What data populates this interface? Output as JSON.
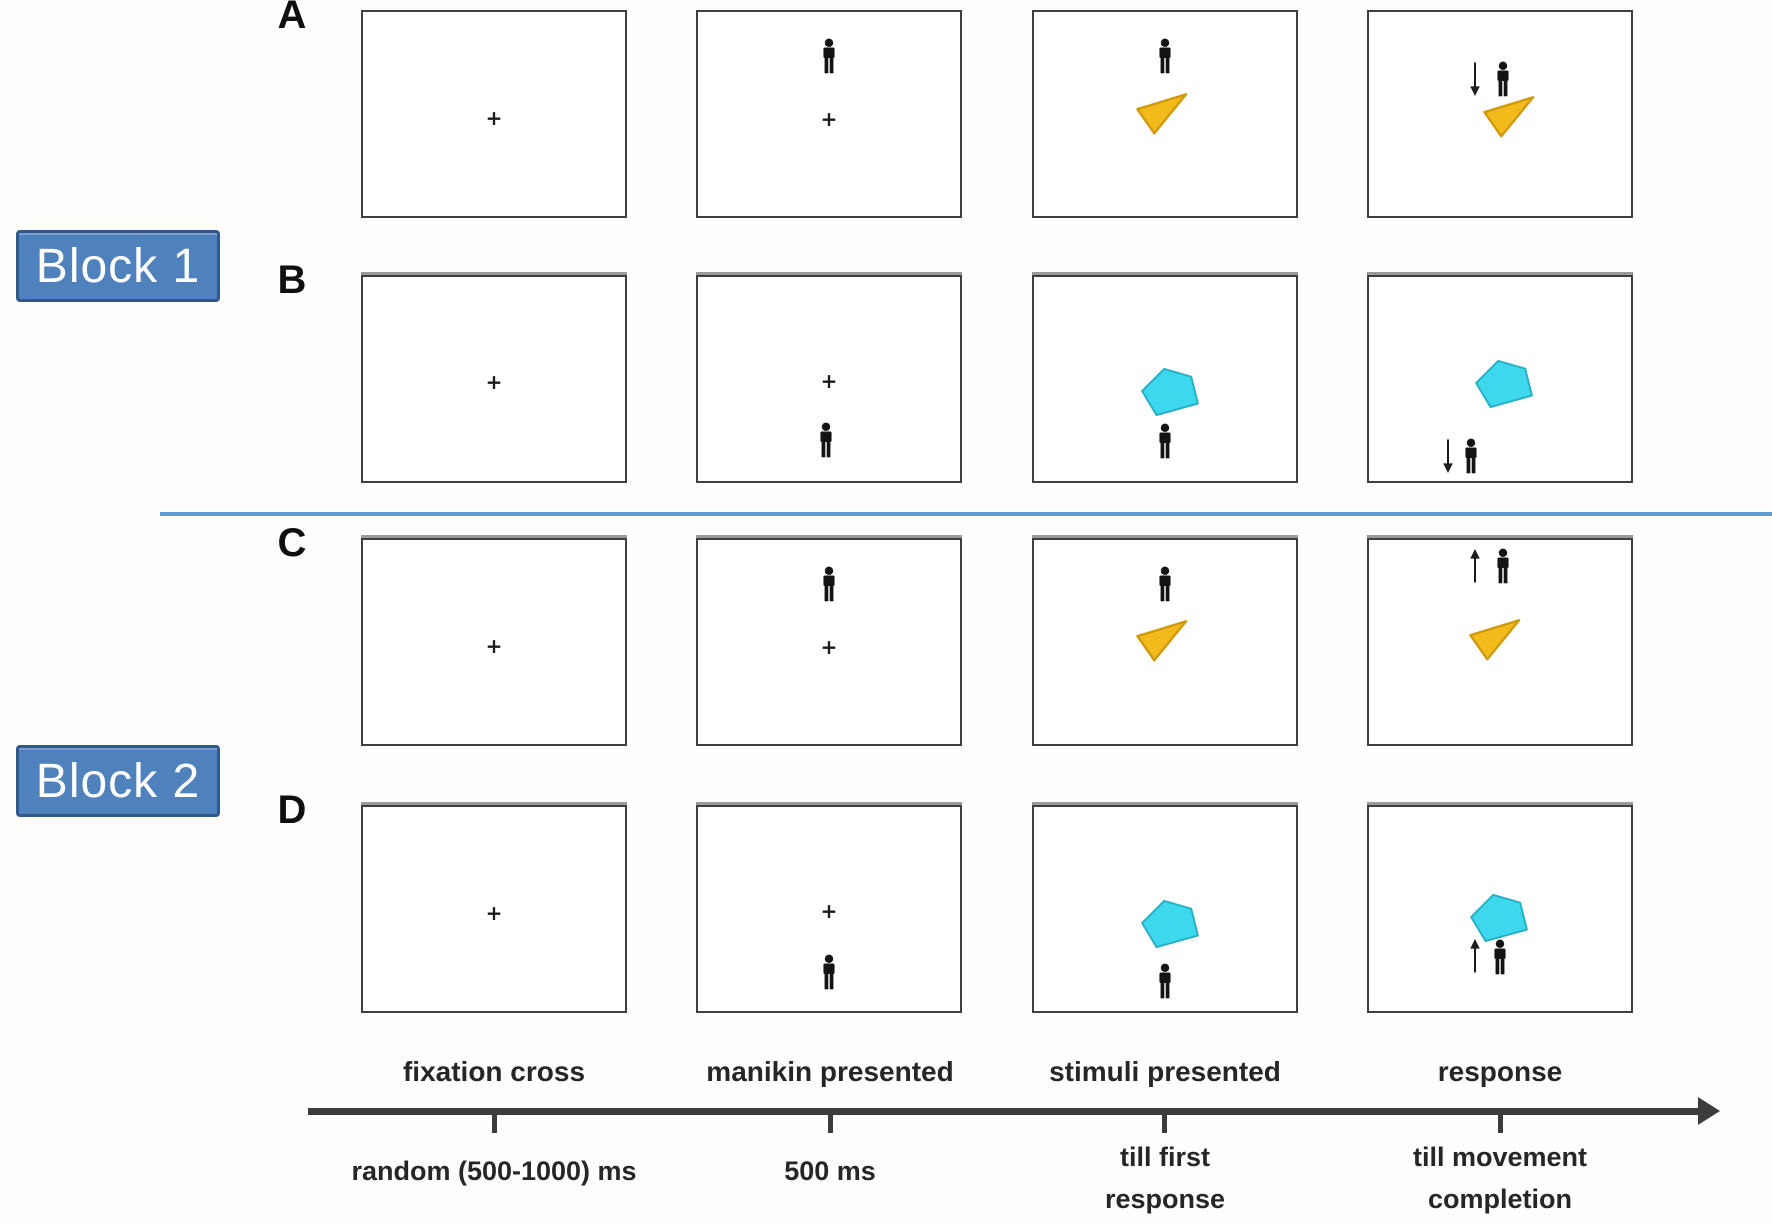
{
  "blocks": [
    {
      "label": "Block 1"
    },
    {
      "label": "Block 2"
    }
  ],
  "rows": [
    {
      "letter": "A",
      "block": "Block 1",
      "frames": [
        {
          "name": "fixation",
          "items": [
            {
              "type": "cross",
              "x": 0.5,
              "y": 0.52
            }
          ]
        },
        {
          "name": "manikin",
          "items": [
            {
              "type": "manikin",
              "x": 0.5,
              "y": 0.215
            },
            {
              "type": "cross",
              "x": 0.5,
              "y": 0.525
            }
          ]
        },
        {
          "name": "stimuli",
          "items": [
            {
              "type": "manikin",
              "x": 0.5,
              "y": 0.215
            },
            {
              "type": "triangle",
              "x": 0.49,
              "y": 0.5
            }
          ]
        },
        {
          "name": "response",
          "items": [
            {
              "type": "arrow",
              "dir": "down",
              "x": 0.405,
              "y": 0.33
            },
            {
              "type": "manikin",
              "x": 0.51,
              "y": 0.33
            },
            {
              "type": "triangle",
              "x": 0.535,
              "y": 0.515
            }
          ]
        }
      ]
    },
    {
      "letter": "B",
      "block": "Block 1",
      "frames": [
        {
          "name": "fixation",
          "items": [
            {
              "type": "cross",
              "x": 0.5,
              "y": 0.515
            }
          ]
        },
        {
          "name": "manikin",
          "items": [
            {
              "type": "cross",
              "x": 0.5,
              "y": 0.51
            },
            {
              "type": "manikin",
              "x": 0.49,
              "y": 0.8
            }
          ]
        },
        {
          "name": "stimuli",
          "items": [
            {
              "type": "pentagon",
              "x": 0.52,
              "y": 0.565
            },
            {
              "type": "manikin",
              "x": 0.5,
              "y": 0.805
            }
          ]
        },
        {
          "name": "response",
          "items": [
            {
              "type": "pentagon",
              "x": 0.515,
              "y": 0.525
            },
            {
              "type": "arrow",
              "dir": "down",
              "x": 0.3,
              "y": 0.875
            },
            {
              "type": "manikin",
              "x": 0.39,
              "y": 0.875
            }
          ]
        }
      ]
    },
    {
      "letter": "C",
      "block": "Block 2",
      "frames": [
        {
          "name": "fixation",
          "items": [
            {
              "type": "cross",
              "x": 0.5,
              "y": 0.52
            }
          ]
        },
        {
          "name": "manikin",
          "items": [
            {
              "type": "manikin",
              "x": 0.5,
              "y": 0.215
            },
            {
              "type": "cross",
              "x": 0.5,
              "y": 0.525
            }
          ]
        },
        {
          "name": "stimuli",
          "items": [
            {
              "type": "manikin",
              "x": 0.5,
              "y": 0.215
            },
            {
              "type": "triangle",
              "x": 0.49,
              "y": 0.495
            }
          ]
        },
        {
          "name": "response",
          "items": [
            {
              "type": "arrow",
              "dir": "up",
              "x": 0.405,
              "y": 0.125
            },
            {
              "type": "manikin",
              "x": 0.51,
              "y": 0.125
            },
            {
              "type": "triangle",
              "x": 0.48,
              "y": 0.49
            }
          ]
        }
      ]
    },
    {
      "letter": "D",
      "block": "Block 2",
      "frames": [
        {
          "name": "fixation",
          "items": [
            {
              "type": "cross",
              "x": 0.5,
              "y": 0.52
            }
          ]
        },
        {
          "name": "manikin",
          "items": [
            {
              "type": "cross",
              "x": 0.5,
              "y": 0.51
            },
            {
              "type": "manikin",
              "x": 0.5,
              "y": 0.81
            }
          ]
        },
        {
          "name": "stimuli",
          "items": [
            {
              "type": "pentagon",
              "x": 0.52,
              "y": 0.575
            },
            {
              "type": "manikin",
              "x": 0.5,
              "y": 0.855
            }
          ]
        },
        {
          "name": "response",
          "items": [
            {
              "type": "pentagon",
              "x": 0.495,
              "y": 0.545
            },
            {
              "type": "arrow",
              "dir": "up",
              "x": 0.405,
              "y": 0.73
            },
            {
              "type": "manikin",
              "x": 0.5,
              "y": 0.735
            }
          ]
        }
      ]
    }
  ],
  "timeline": {
    "phases": [
      {
        "title": "fixation cross",
        "duration_lines": [
          "random (500-1000) ms"
        ]
      },
      {
        "title": "manikin presented",
        "duration_lines": [
          "500 ms"
        ]
      },
      {
        "title": "stimuli presented",
        "duration_lines": [
          "till first",
          "response"
        ]
      },
      {
        "title": "response",
        "duration_lines": [
          "till movement",
          "completion"
        ]
      }
    ]
  },
  "symbols": {
    "fixation_cross": "+",
    "manikin_icon": "person-icon",
    "triangle_icon": "yellow-triangle-stimulus",
    "pentagon_icon": "cyan-pentagon-stimulus",
    "arrow_down_icon": "down-arrow",
    "arrow_up_icon": "up-arrow"
  },
  "colors": {
    "block_fill": "#4F81BD",
    "block_border": "#30598A",
    "separator": "#5F9FD8",
    "triangle_fill": "#F3BA1C",
    "triangle_stroke": "#D0990B",
    "pentagon_fill": "#3DD8ED",
    "pentagon_stroke": "#25AFC5",
    "timeline": "#3C3C3C",
    "frame_border": "#3F3F3F",
    "manikin": "#141414",
    "arrow": "#1C1C1C",
    "ink": "#262626"
  }
}
